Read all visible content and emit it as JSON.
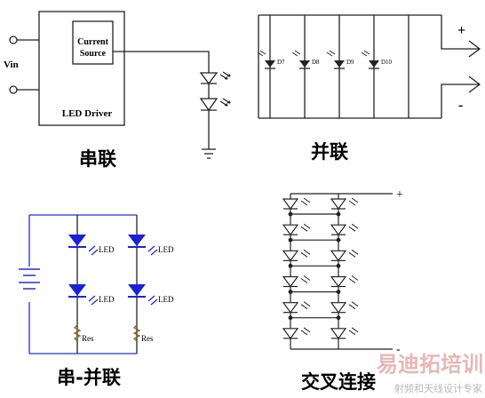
{
  "panels": {
    "series": {
      "caption": "串联",
      "input_label": "Vin",
      "source_label_line1": "Current",
      "source_label_line2": "Source",
      "driver_label": "LED Driver"
    },
    "parallel": {
      "caption": "并联",
      "plus": "+",
      "minus": "-",
      "diode_labels": [
        "D7",
        "D8",
        "D9",
        "D10"
      ]
    },
    "series_parallel": {
      "caption": "串-并联",
      "led_labels": [
        "LED",
        "LED",
        "LED",
        "LED"
      ],
      "res_labels": [
        "Res",
        "Res"
      ]
    },
    "cross": {
      "caption": "交叉连接",
      "plus": "+",
      "minus": "-"
    }
  },
  "watermark": {
    "main": "易迪拓培训",
    "sub": "射频和天线设计专家"
  },
  "colors": {
    "wire": "#222222",
    "blue_wire": "#2233cc",
    "led_fill": "#1a22d6",
    "resistor": "#8a6a1a",
    "watermark": "#e9b6b6"
  }
}
